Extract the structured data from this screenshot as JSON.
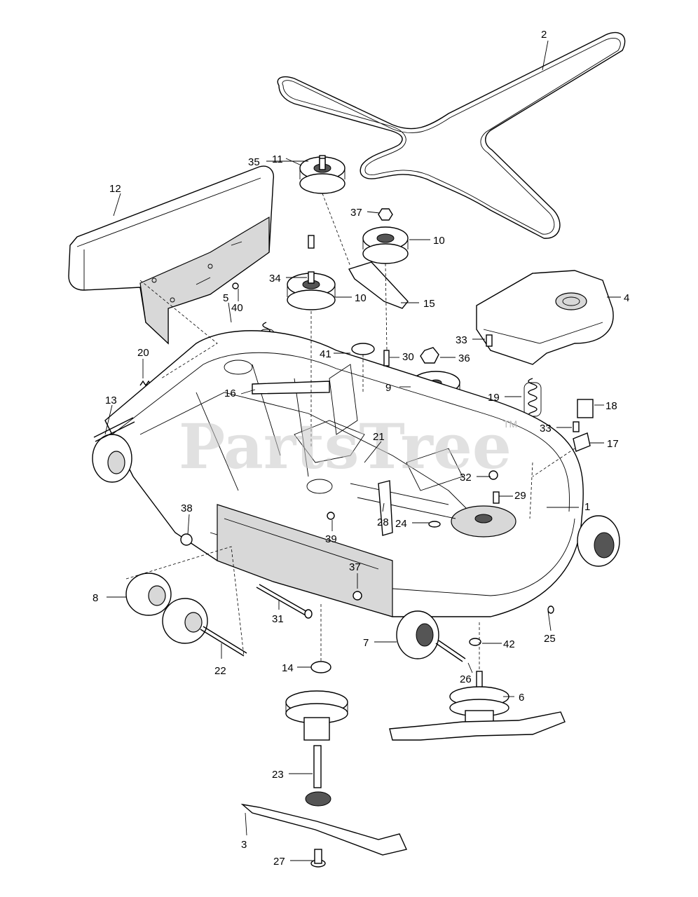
{
  "watermark": {
    "text": "PartsTree",
    "tm": "TM"
  },
  "callouts": [
    {
      "id": "c1",
      "label": "1"
    },
    {
      "id": "c2",
      "label": "2"
    },
    {
      "id": "c3",
      "label": "3"
    },
    {
      "id": "c4",
      "label": "4"
    },
    {
      "id": "c5",
      "label": "5"
    },
    {
      "id": "c6",
      "label": "6"
    },
    {
      "id": "c7",
      "label": "7"
    },
    {
      "id": "c8",
      "label": "8"
    },
    {
      "id": "c9",
      "label": "9"
    },
    {
      "id": "c10a",
      "label": "10"
    },
    {
      "id": "c10b",
      "label": "10"
    },
    {
      "id": "c11",
      "label": "11"
    },
    {
      "id": "c12",
      "label": "12"
    },
    {
      "id": "c13",
      "label": "13"
    },
    {
      "id": "c14",
      "label": "14"
    },
    {
      "id": "c15",
      "label": "15"
    },
    {
      "id": "c16",
      "label": "16"
    },
    {
      "id": "c17",
      "label": "17"
    },
    {
      "id": "c18",
      "label": "18"
    },
    {
      "id": "c19",
      "label": "19"
    },
    {
      "id": "c20",
      "label": "20"
    },
    {
      "id": "c21",
      "label": "21"
    },
    {
      "id": "c22",
      "label": "22"
    },
    {
      "id": "c23",
      "label": "23"
    },
    {
      "id": "c24",
      "label": "24"
    },
    {
      "id": "c25",
      "label": "25"
    },
    {
      "id": "c26",
      "label": "26"
    },
    {
      "id": "c27",
      "label": "27"
    },
    {
      "id": "c28",
      "label": "28"
    },
    {
      "id": "c29",
      "label": "29"
    },
    {
      "id": "c30",
      "label": "30"
    },
    {
      "id": "c31",
      "label": "31"
    },
    {
      "id": "c32",
      "label": "32"
    },
    {
      "id": "c33a",
      "label": "33"
    },
    {
      "id": "c33b",
      "label": "33"
    },
    {
      "id": "c34",
      "label": "34"
    },
    {
      "id": "c35",
      "label": "35"
    },
    {
      "id": "c36",
      "label": "36"
    },
    {
      "id": "c37a",
      "label": "37"
    },
    {
      "id": "c37b",
      "label": "37"
    },
    {
      "id": "c38",
      "label": "38"
    },
    {
      "id": "c39",
      "label": "39"
    },
    {
      "id": "c40",
      "label": "40"
    },
    {
      "id": "c41",
      "label": "41"
    },
    {
      "id": "c42",
      "label": "42"
    }
  ]
}
